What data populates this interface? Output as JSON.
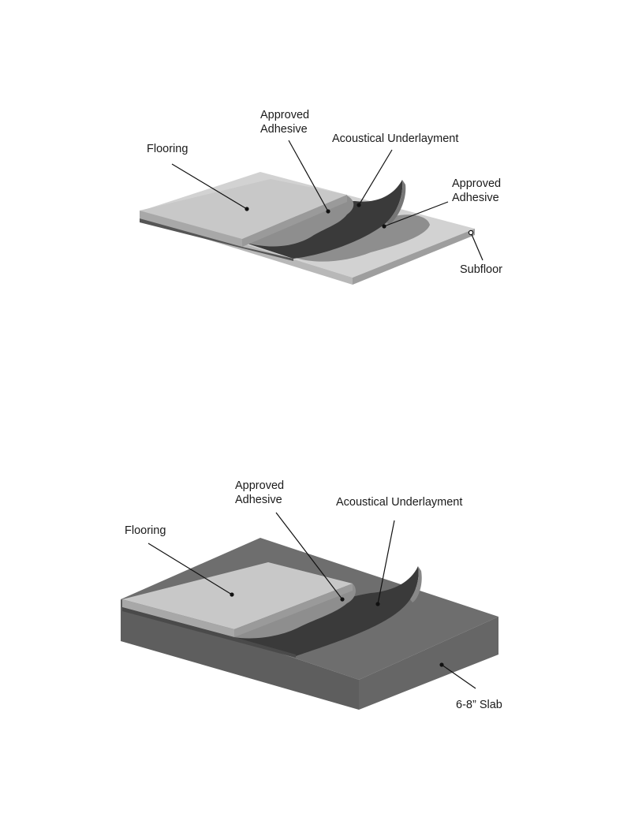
{
  "diagram_1": {
    "labels": {
      "flooring": "Flooring",
      "adhesive_top_line1": "Approved",
      "adhesive_top_line2": "Adhesive",
      "underlayment": "Acoustical Underlayment",
      "adhesive_right_line1": "Approved",
      "adhesive_right_line2": "Adhesive",
      "subfloor": "Subfloor"
    }
  },
  "diagram_2": {
    "labels": {
      "flooring": "Flooring",
      "adhesive_line1": "Approved",
      "adhesive_line2": "Adhesive",
      "underlayment": "Acoustical Underlayment",
      "slab": "6-8” Slab"
    }
  },
  "colors": {
    "flooring": "#c8c8c8",
    "subfloor": "#cfcfcf",
    "underlayment": "#3a3a3a",
    "adhesive": "#8e8e8e",
    "slab": "#666666"
  }
}
